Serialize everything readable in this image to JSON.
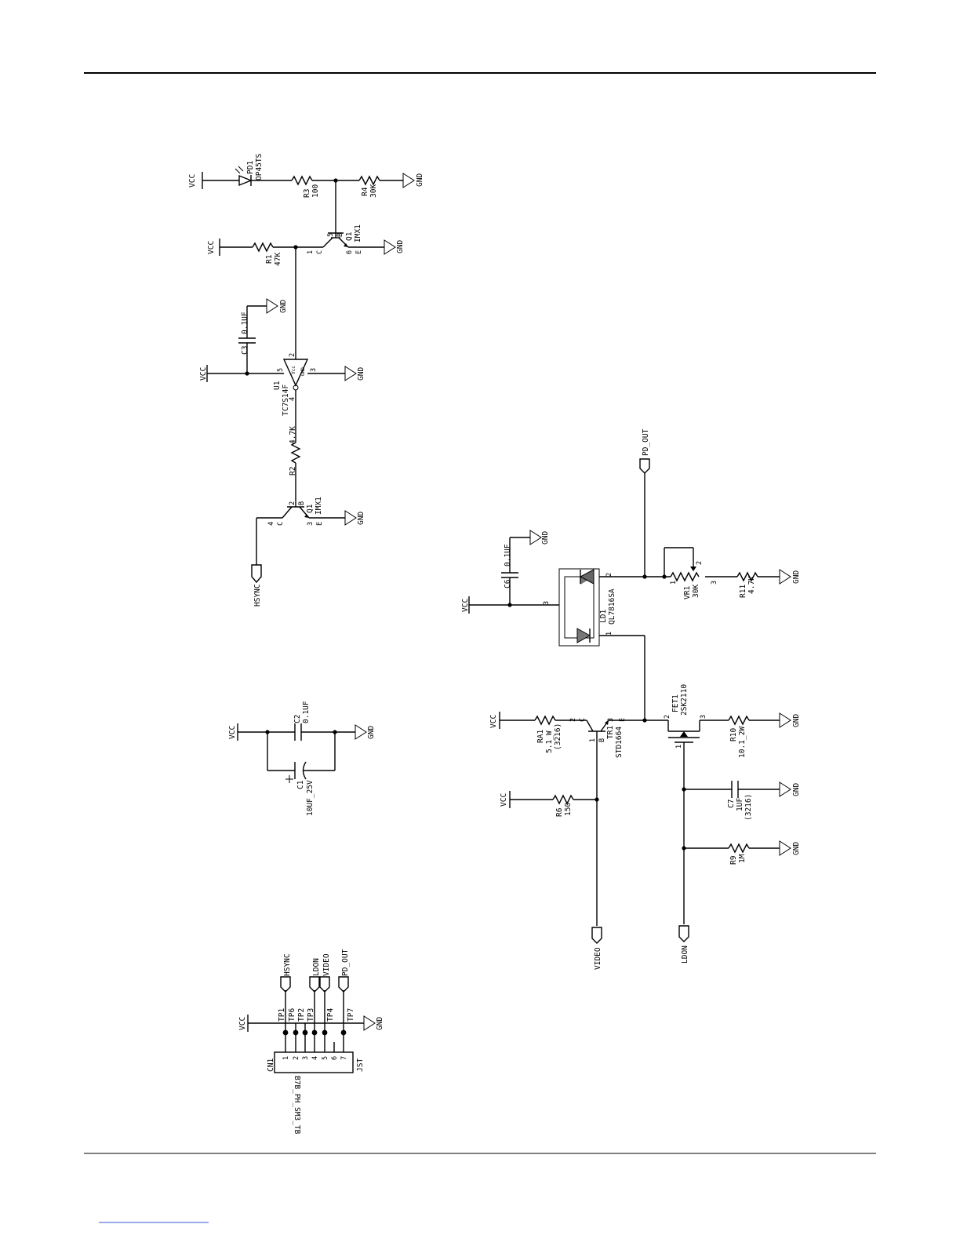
{
  "labels": {
    "vcc": "VCC",
    "gnd": "GND",
    "hsync": "HSYNC",
    "pd_out": "PD_OUT",
    "video": "VIDEO",
    "ldon": "LDON",
    "pd1_ref": "PD1",
    "pd1_val": "OP45TS",
    "r3_ref": "R3",
    "r3_val": "100",
    "r4_ref": "R4",
    "r4_val": "30K",
    "r1_ref": "R1",
    "r1_val": "47K",
    "q1_ref": "Q1",
    "q1_val": "IMX1",
    "c3_ref": "C3",
    "c3_val": "0.1UF",
    "u1_ref": "U1",
    "u1_val": "TC7S14F",
    "r2_ref": "R2",
    "r2_val": "4.7K",
    "c2_ref": "C2",
    "c2_val": "0.1UF",
    "c1_ref": "C1",
    "c1_val": "10UF_25V",
    "cn1_ref": "CN1",
    "cn1_val": "B7B_PH_SM3_TB",
    "cn1_mfr": "JST",
    "tp1": "TP1",
    "tp2": "TP2",
    "tp3": "TP3",
    "tp4": "TP4",
    "tp6": "TP6",
    "tp7": "TP7",
    "c6_ref": "C6",
    "c6_val": "0.1UF",
    "ld1_ref": "LD1",
    "ld1_val": "QL7816SA",
    "vr1_ref": "VR1",
    "vr1_val": "30K",
    "r11_ref": "R11",
    "r11_val": "4.7K",
    "ra1_ref": "RA1",
    "ra1_val": "5.1_W",
    "ra1_pkg": "(3216)",
    "tr1_ref": "TR1",
    "tr1_val": "STD1664",
    "fet1_ref": "FET1",
    "fet1_val": "2SK2110",
    "r10_ref": "R10",
    "r10_val": "10.1_2W",
    "r6_ref": "R6",
    "r6_val": "150",
    "c7_ref": "C7",
    "c7_val": "1UF",
    "c7_pkg": "(3216)",
    "r9_ref": "R9",
    "r9_val": "1M",
    "pin_c": "C",
    "pin_b": "B",
    "pin_e": "E",
    "vcc_pin": "Vcc",
    "gnd_pin": "GND",
    "p1": "1",
    "p2": "2",
    "p3": "3",
    "p4": "4",
    "p5": "5",
    "p6": "6",
    "p7": "7"
  }
}
